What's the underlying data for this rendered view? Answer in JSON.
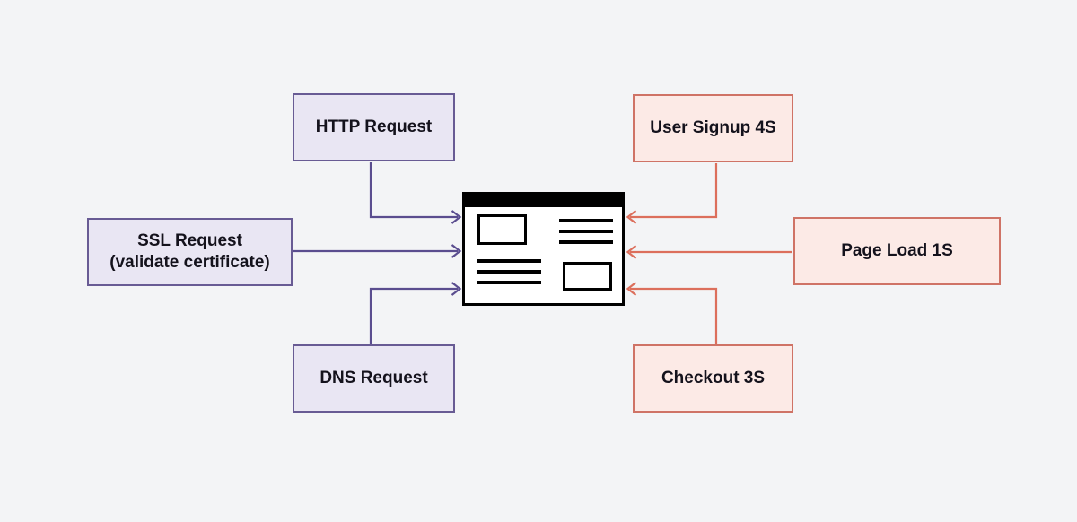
{
  "colors": {
    "background": "#f3f4f6",
    "purple_border": "#685b94",
    "purple_fill": "#e9e6f3",
    "purple_arrow": "#5a4d8f",
    "salmon_border": "#cf7366",
    "salmon_fill": "#fceae6",
    "salmon_arrow": "#dc6f5c",
    "text": "#14121c",
    "browser_black": "#000000"
  },
  "nodes": {
    "http": {
      "label": "HTTP Request"
    },
    "ssl": {
      "line1": "SSL Request",
      "line2": "(validate certificate)"
    },
    "dns": {
      "label": "DNS Request"
    },
    "signup": {
      "label": "User Signup 4S"
    },
    "pageload": {
      "label": "Page Load 1S"
    },
    "checkout": {
      "label": "Checkout 3S"
    }
  }
}
